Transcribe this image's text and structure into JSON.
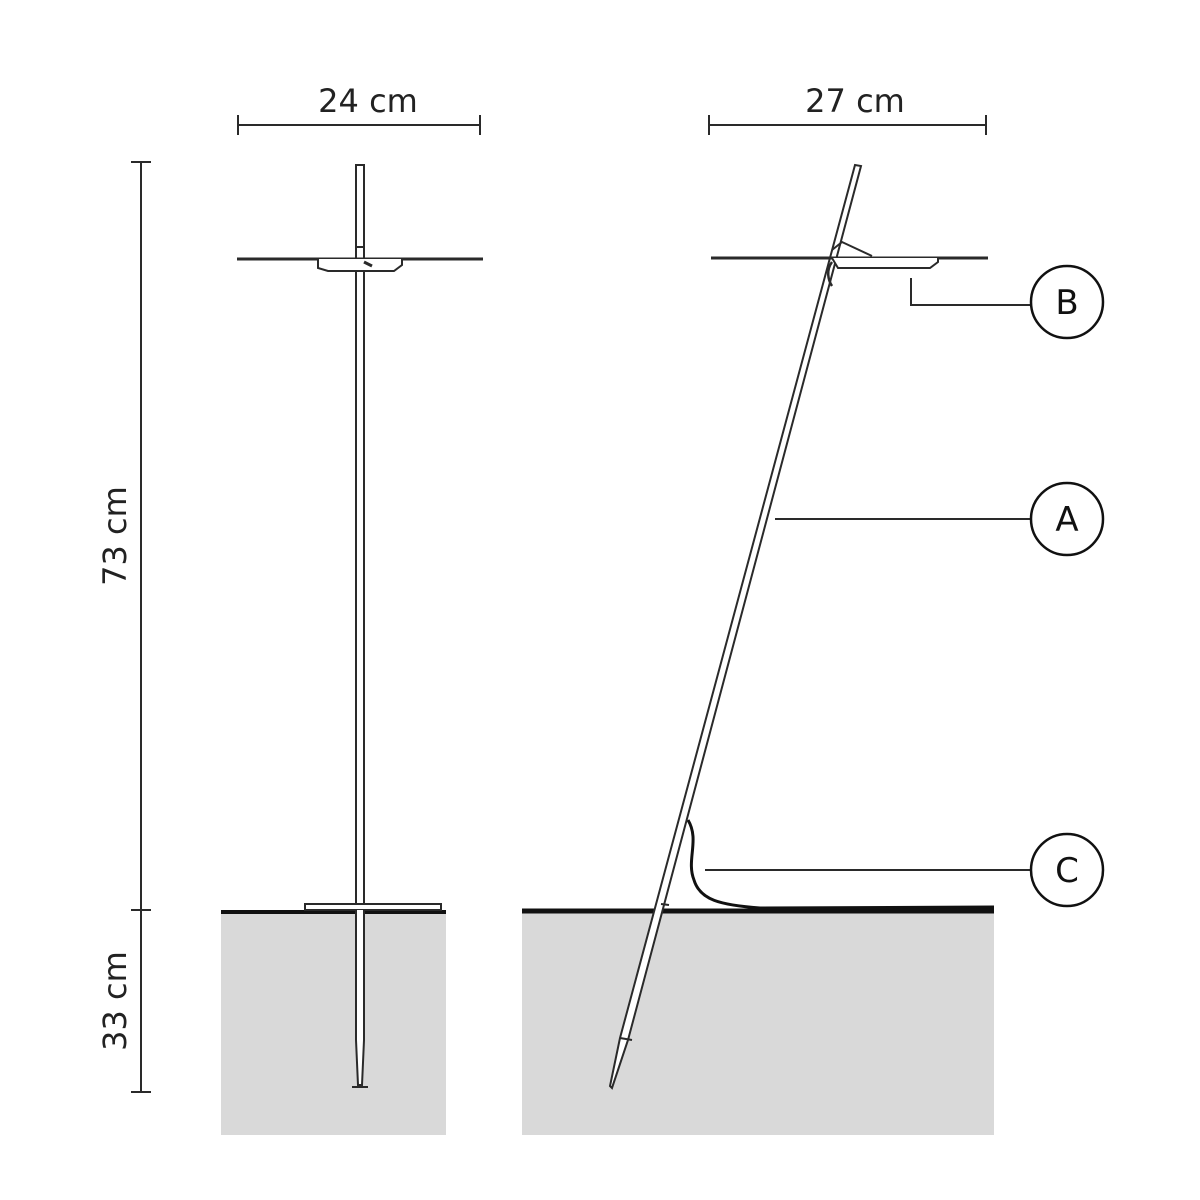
{
  "dimensions": {
    "front_width": "24 cm",
    "side_width": "27 cm",
    "above_ground_height": "73 cm",
    "below_ground_depth": "33 cm"
  },
  "callouts": {
    "pole": "A",
    "shade": "B",
    "cable": "C"
  },
  "colors": {
    "line": "#2a2a2a",
    "ground_fill": "#d9d9d9",
    "ground_line": "#111111",
    "background": "#ffffff"
  }
}
